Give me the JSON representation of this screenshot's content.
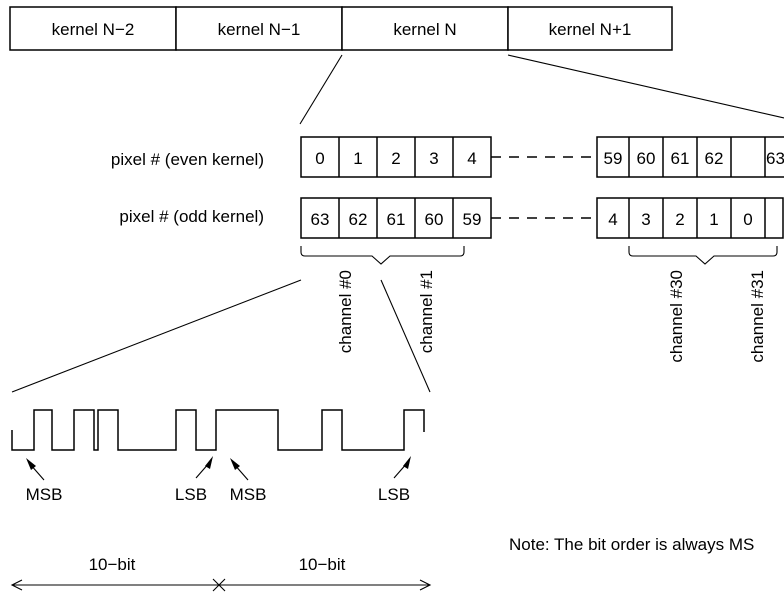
{
  "kernels": [
    "kernel N−2",
    "kernel N−1",
    "kernel N",
    "kernel N+1"
  ],
  "rows": {
    "even_label": "pixel # (even kernel)",
    "odd_label": "pixel # (odd kernel)",
    "even_left": [
      "0",
      "1",
      "2",
      "3",
      "4"
    ],
    "even_right": [
      "59",
      "60",
      "61",
      "62",
      "63"
    ],
    "odd_left": [
      "63",
      "62",
      "61",
      "60",
      "59"
    ],
    "odd_right": [
      "4",
      "3",
      "2",
      "1",
      "0"
    ]
  },
  "channels": [
    "channel #0",
    "channel #1",
    "channel #30",
    "channel #31"
  ],
  "waveform_labels": {
    "msb1": "MSB",
    "lsb1": "LSB",
    "msb2": "MSB",
    "lsb2": "LSB"
  },
  "bit_spans": [
    "10−bit",
    "10−bit"
  ],
  "note": "Note:  The bit order is always MS"
}
